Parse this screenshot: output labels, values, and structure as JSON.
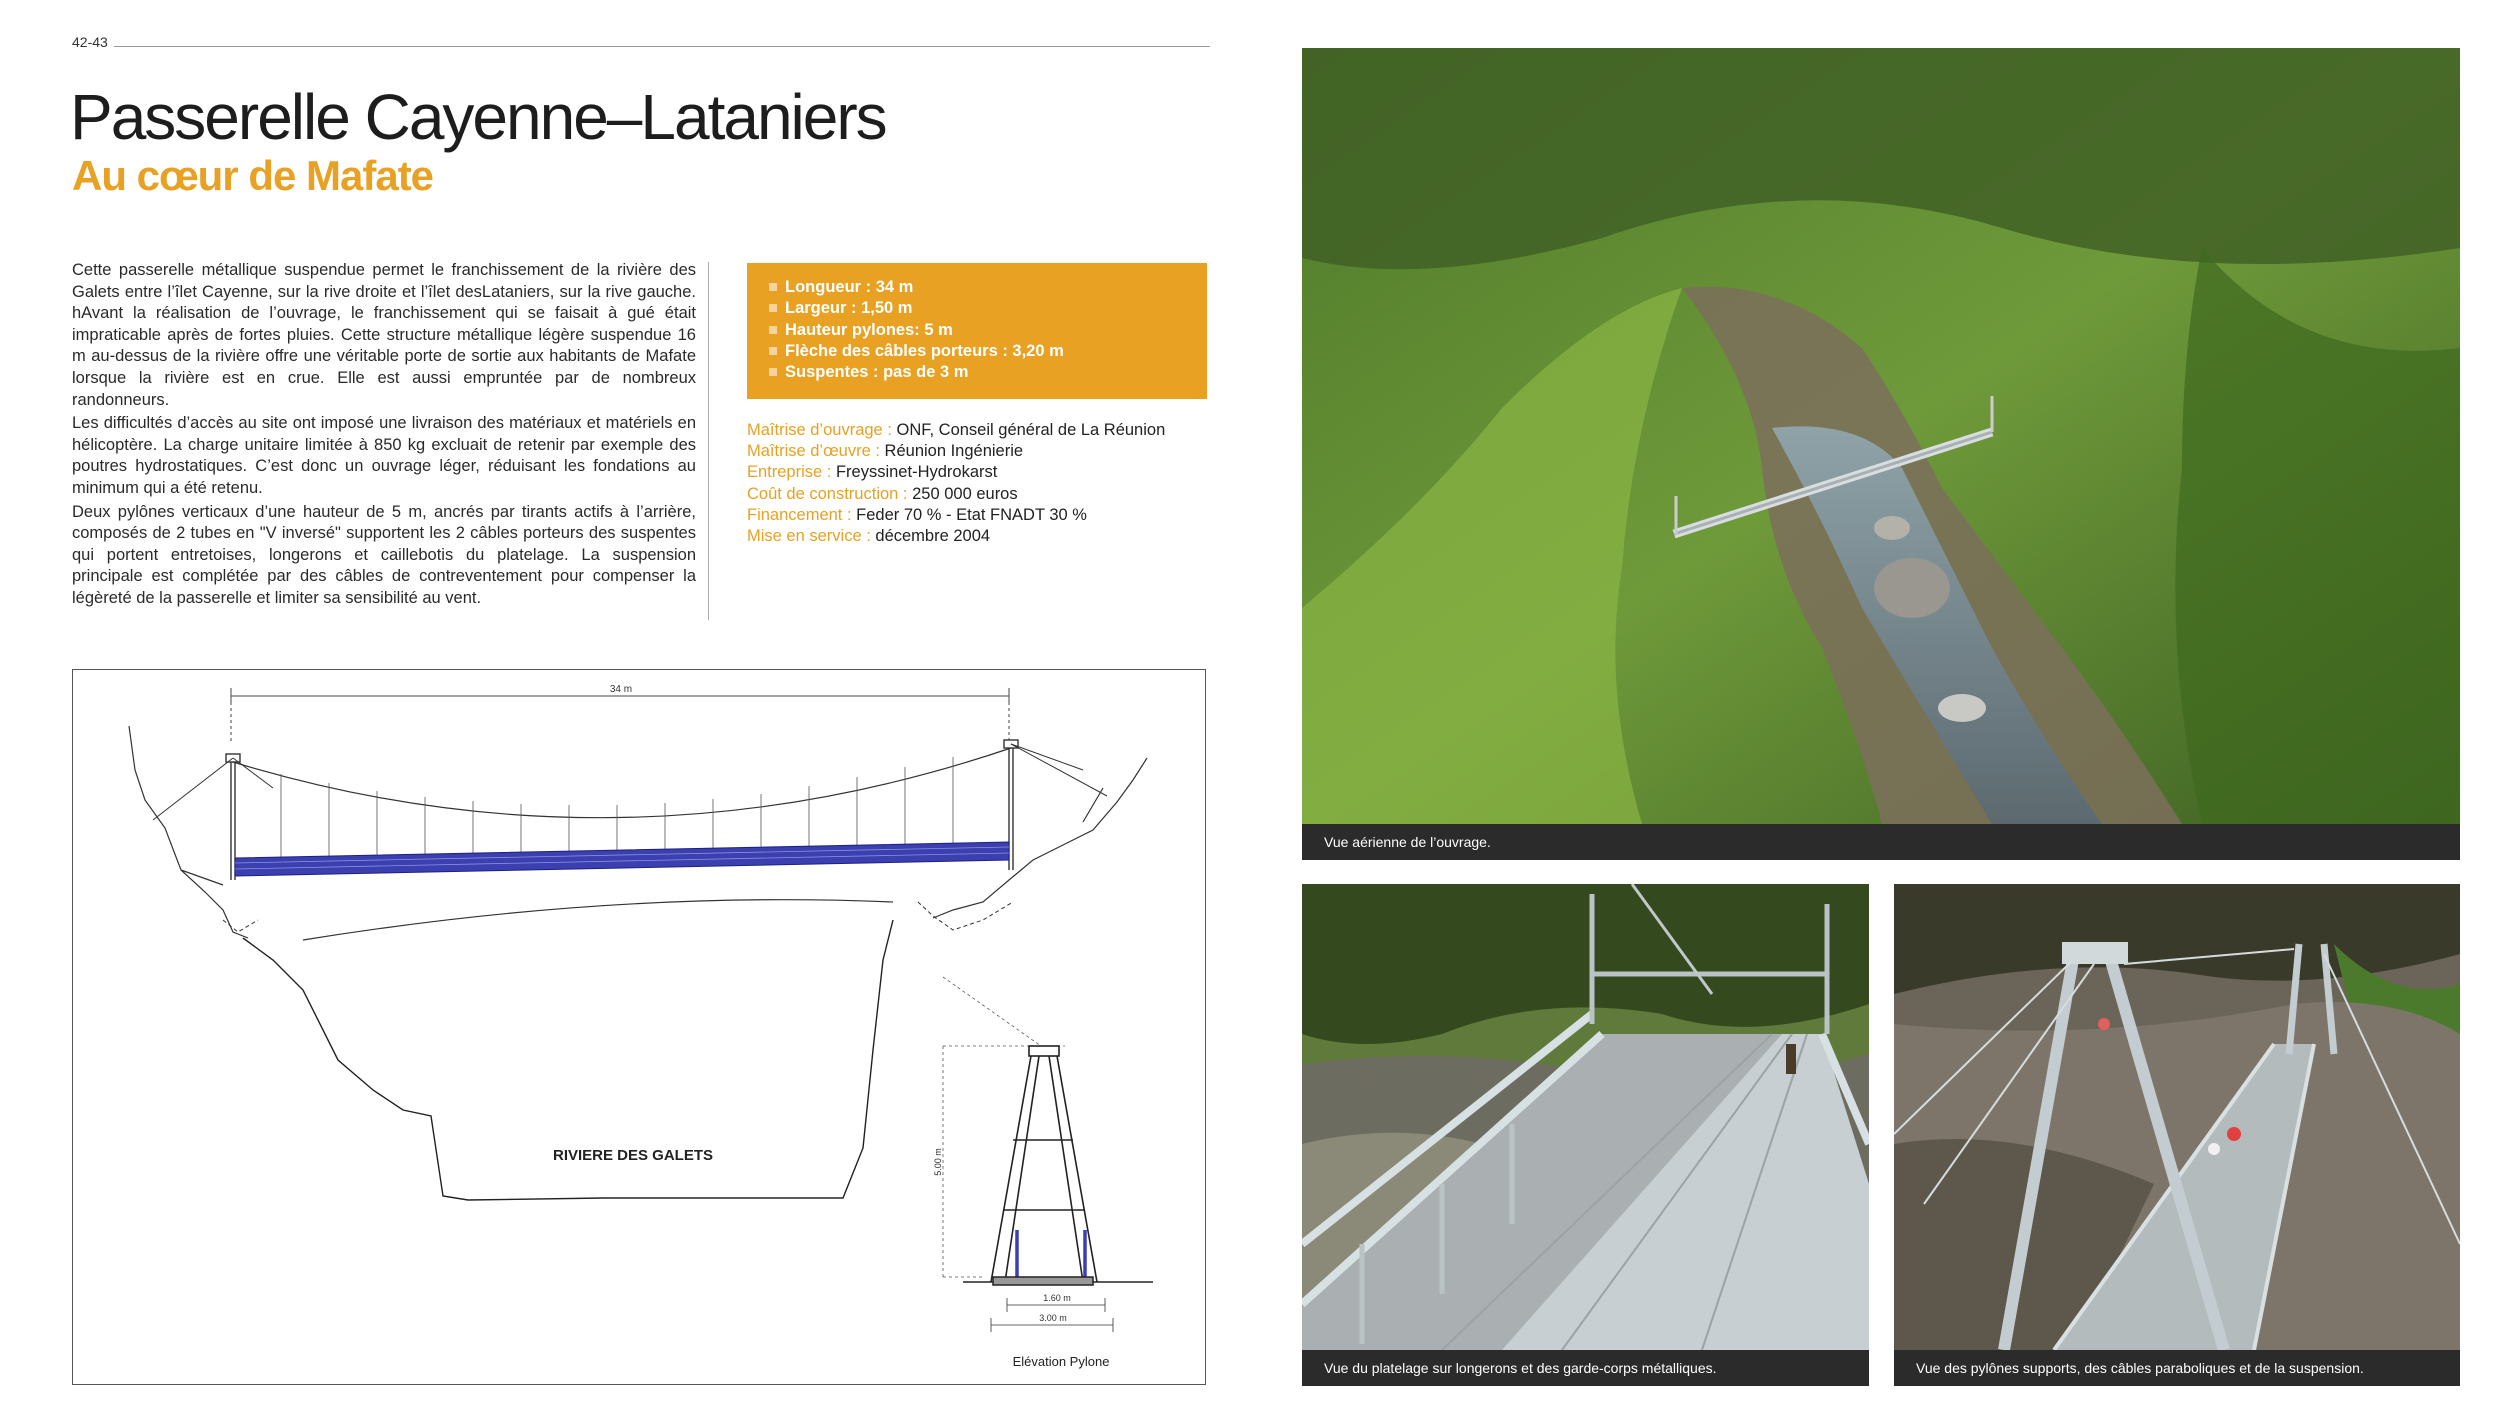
{
  "header": {
    "page_number": "42-43",
    "title": "Passerelle Cayenne–Lataniers",
    "subtitle": "Au cœur de Mafate"
  },
  "body": {
    "paragraphs": [
      "Cette passerelle métallique suspendue permet le franchissement de la rivière des Galets entre l’îlet Cayenne, sur la rive droite et l’îlet desLataniers, sur la rive gauche. hAvant la réalisation de l’ouvrage, le franchissement qui se faisait à gué était impraticable après de fortes pluies. Cette structure métallique légère suspendue 16 m au-dessus de la rivière offre une véritable porte de sortie aux habitants de Mafate lorsque la rivière est en crue. Elle est aussi empruntée par de nombreux randonneurs.",
      "Les difficultés d’accès au site ont imposé une livraison des matériaux et matériels en hélicoptère. La charge unitaire limitée à 850 kg excluait de retenir par exemple des poutres hydrostatiques. C’est donc un ouvrage léger, réduisant les fondations au minimum qui a été retenu.",
      "Deux pylônes verticaux d’une hauteur de 5 m, ancrés par tirants actifs à l’arrière, composés de 2 tubes en \"V inversé\" supportent les 2 câbles porteurs des suspentes qui portent entretoises, longerons et caillebotis du platelage. La suspension principale est complétée par des câbles de contreventement pour compenser la légèreté de la passerelle et limiter sa sensibilité au vent."
    ]
  },
  "specs": [
    "Longueur : 34 m",
    "Largeur : 1,50 m",
    "Hauteur pylones: 5 m",
    "Flèche des câbles porteurs : 3,20 m",
    "Suspentes : pas de 3 m"
  ],
  "credits": [
    {
      "label": "Maîtrise d’ouvrage :",
      "value": "ONF, Conseil général de La Réunion"
    },
    {
      "label": "Maîtrise d’œuvre :",
      "value": "Réunion Ingénierie"
    },
    {
      "label": "Entreprise :",
      "value": "Freyssinet-Hydrokarst"
    },
    {
      "label": "Coût de construction :",
      "value": "250 000 euros"
    },
    {
      "label": "Financement :",
      "value": "Feder 70 % - Etat FNADT 30 %"
    },
    {
      "label": "Mise en service :",
      "value": "décembre 2004"
    }
  ],
  "drawing": {
    "span_label": "34 m",
    "river_label": "RIVIERE DES GALETS",
    "pylon_height_label": "5.00 m",
    "pylon_width_inner": "1.60 m",
    "pylon_width_outer": "3.00 m",
    "pylon_caption": "Elévation  Pylone",
    "deck_color": "#3b3fb0"
  },
  "photos": {
    "aerial_caption": "Vue aérienne de l’ouvrage.",
    "deck_caption": "Vue du platelage sur longerons et des garde-corps métalliques.",
    "pylons_caption": "Vue des pylônes supports, des câbles paraboliques et de la suspension."
  },
  "colors": {
    "accent": "#e8a122",
    "caption_bar": "#2b2b2b"
  }
}
